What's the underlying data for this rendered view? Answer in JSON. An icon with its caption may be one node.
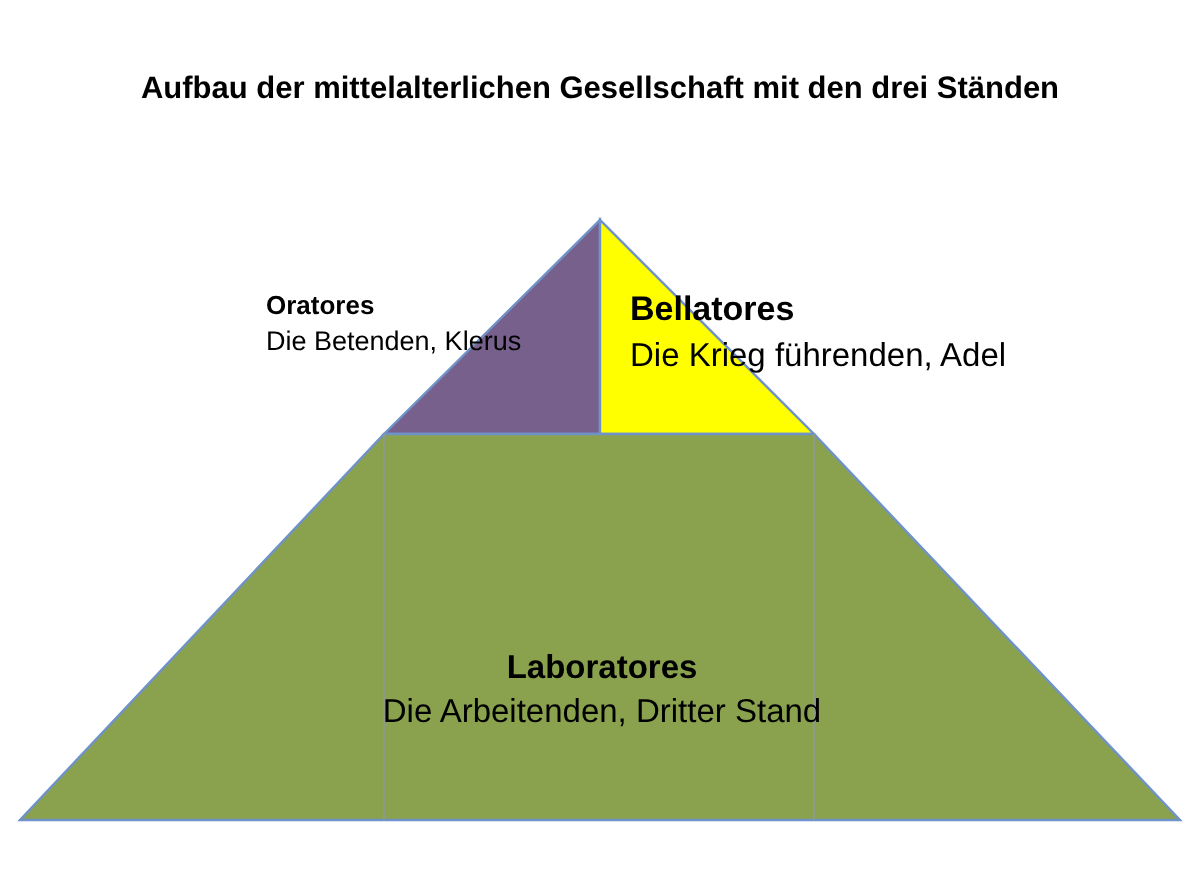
{
  "diagram": {
    "title": "Aufbau der mittelalterlichen Gesellschaft mit den drei Ständen",
    "nodes": [
      {
        "text": [
          "Oratores",
          "Die Betenden, Klerus"
        ]
      },
      {
        "text": [
          "Bellatores",
          "Die Krieg führenden, Adel"
        ]
      },
      {
        "text": [
          "Laboratores",
          "Die Arbeitenden, Dritter Stand"
        ]
      }
    ]
  }
}
